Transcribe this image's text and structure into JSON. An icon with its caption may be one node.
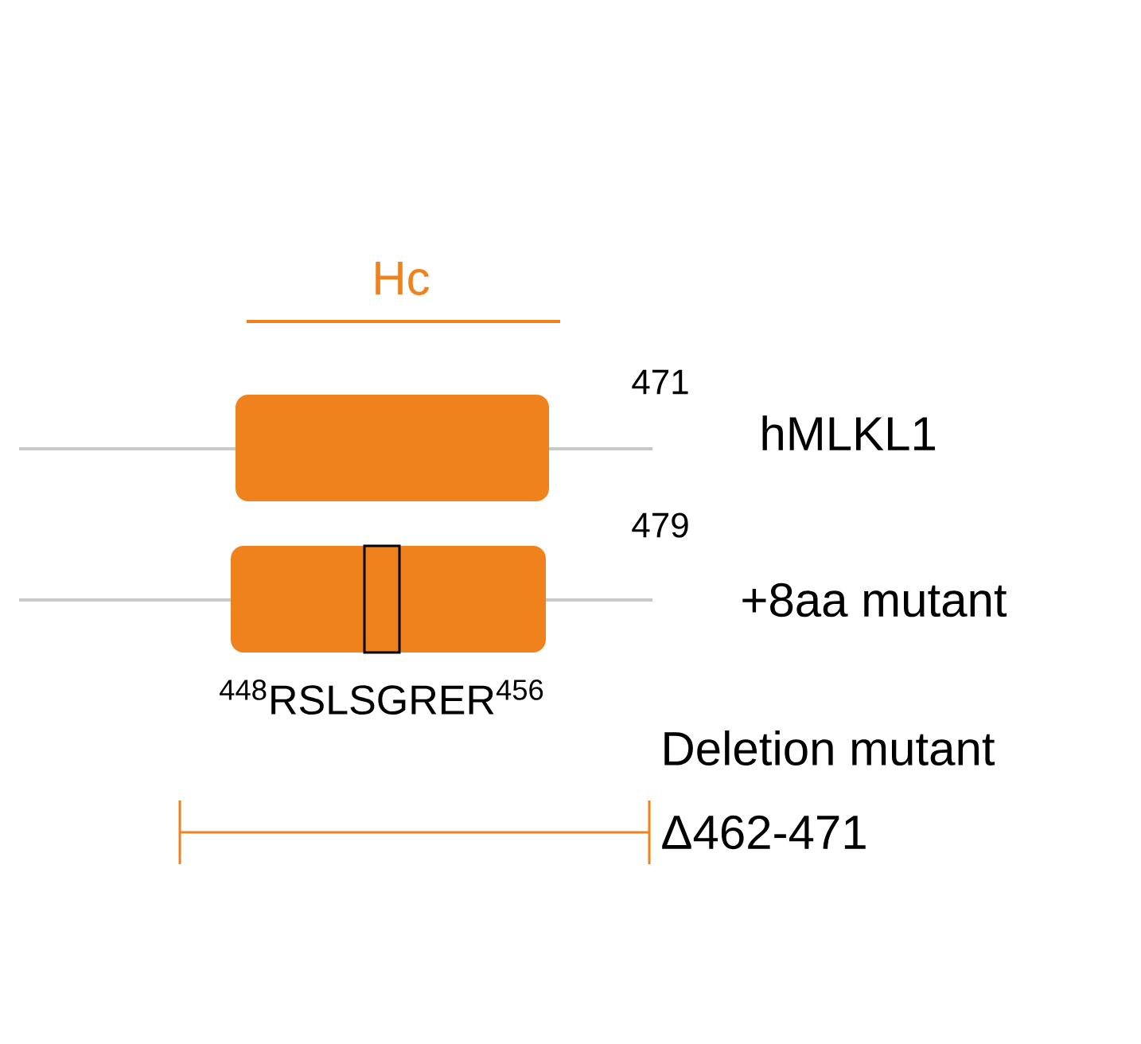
{
  "diagram": {
    "nodes": [
      {
        "text": [],
        "shape": "box"
      },
      {
        "text": [],
        "shape": "box"
      },
      {
        "text": [],
        "shape": "box",
        "in": 1
      }
    ],
    "labels": [
      "Hc",
      "471",
      "hMLKL1",
      "479",
      "+8aa mutant",
      "$^{448}$RSLSGRER$^{456}$",
      "Deletion mutant",
      "Δ462-471"
    ]
  }
}
